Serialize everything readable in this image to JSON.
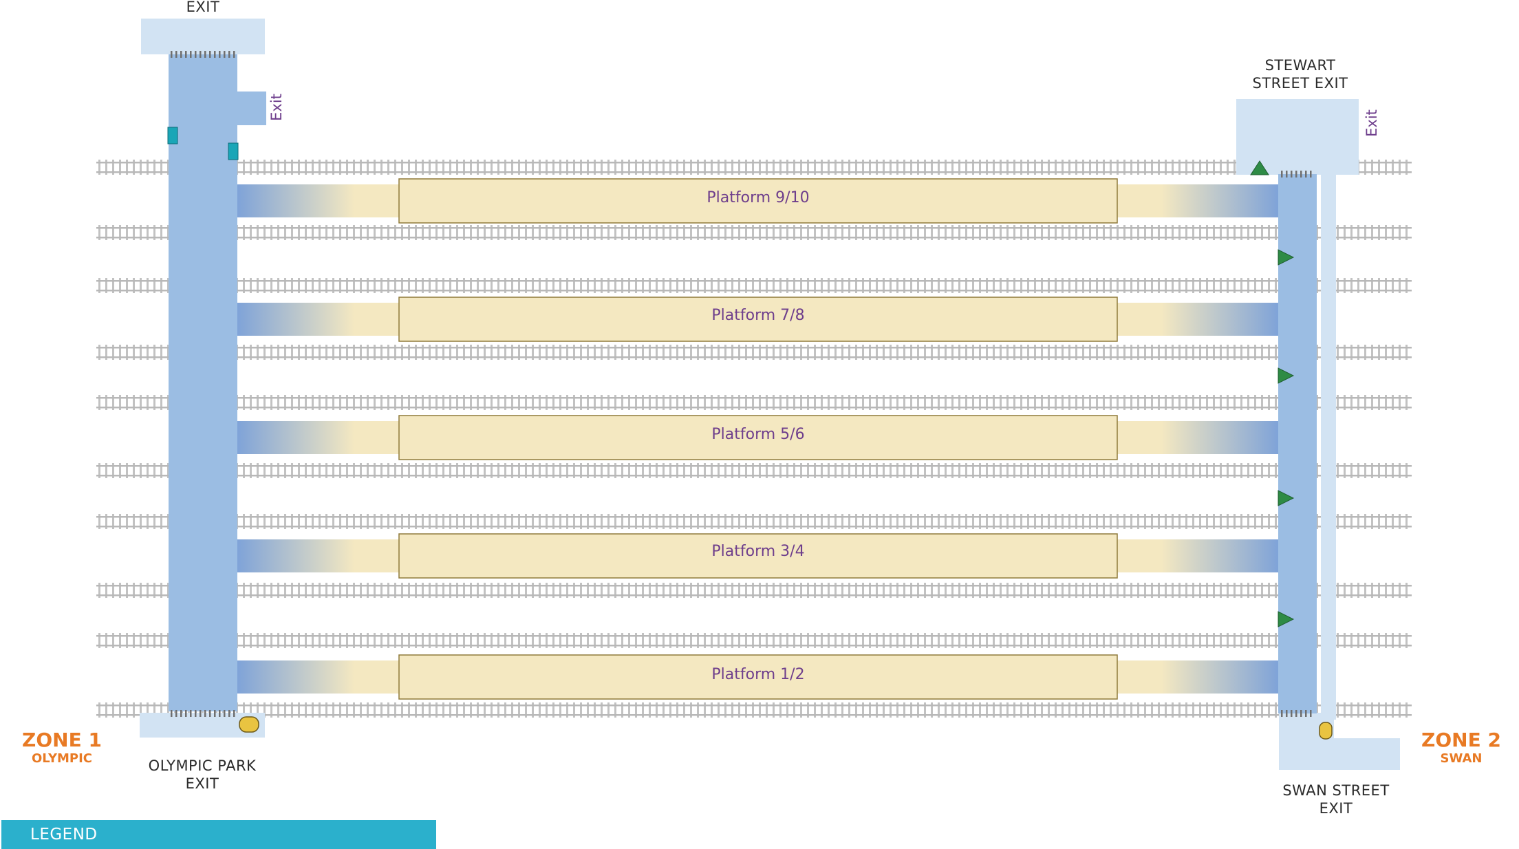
{
  "labels": {
    "top_exit": "EXIT",
    "side_exit_left": "Exit",
    "side_exit_right": "Exit",
    "stewart_exit": [
      "STEWART",
      "STREET EXIT"
    ],
    "olympic_exit": [
      "OLYMPIC PARK",
      "EXIT"
    ],
    "swan_exit": [
      "SWAN STREET",
      "EXIT"
    ]
  },
  "platforms": [
    {
      "label": "Platform 9/10"
    },
    {
      "label": "Platform 7/8"
    },
    {
      "label": "Platform 5/6"
    },
    {
      "label": "Platform 3/4"
    },
    {
      "label": "Platform 1/2"
    }
  ],
  "zones": [
    {
      "title": "ZONE 1",
      "subtitle": "OLYMPIC"
    },
    {
      "title": "ZONE 2",
      "subtitle": "SWAN"
    }
  ],
  "legend": {
    "title": "LEGEND"
  },
  "colors": {
    "concourse": "#9bbde3",
    "exit_area": "#d2e3f3",
    "platform": "#f4e8c1",
    "platform_border": "#8f7a3a",
    "track": "#b8b8b8",
    "label_purple": "#6e3e8c",
    "zone_orange": "#e87a24",
    "legend_bar": "#2bb0cc",
    "lift_green": "#2e8b45",
    "gate_teal": "#1aa6b7",
    "info_yellow": "#e9c441"
  },
  "icons": [
    "escalator-triangle-icon",
    "ticket-gate-icon",
    "info-point-icon"
  ]
}
